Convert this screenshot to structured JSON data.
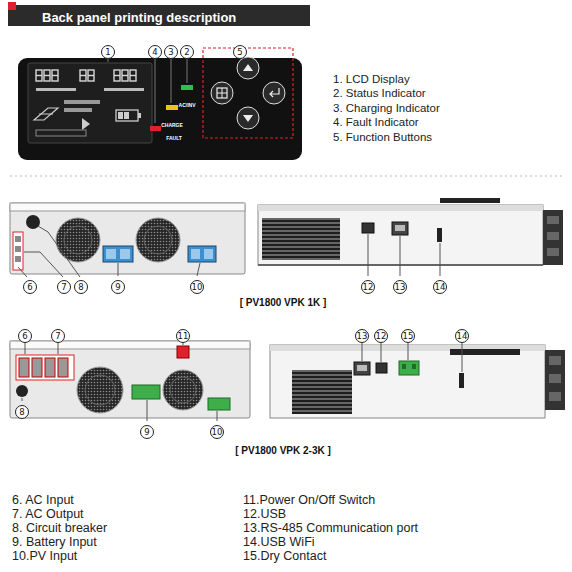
{
  "diagram": {
    "title": "Back panel printing description",
    "labels": [
      "1",
      "4",
      "3",
      "2",
      "5",
      "AC/INV",
      "CHARGE",
      "FAULT",
      "1. LCD Display",
      "2. Status Indicator",
      "3. Charging Indicator",
      "4. Fault Indicator",
      "5. Function Buttons",
      "6",
      "7",
      "8",
      "9",
      "10",
      "12",
      "13",
      "14",
      "[ PV1800 VPK 1K ]",
      "6",
      "7",
      "11",
      "13",
      "12",
      "15",
      "14",
      "8",
      "9",
      "10",
      "[ PV1800 VPK 2-3K ]",
      "6. AC Input",
      "7. AC Output",
      "8. Circuit breaker",
      "9. Battery Input",
      "10.PV Input",
      "11.Power On/Off Switch",
      "12.USB",
      "13.RS-485 Communication port",
      "14.USB WiFi",
      "15.Dry Contact"
    ]
  }
}
